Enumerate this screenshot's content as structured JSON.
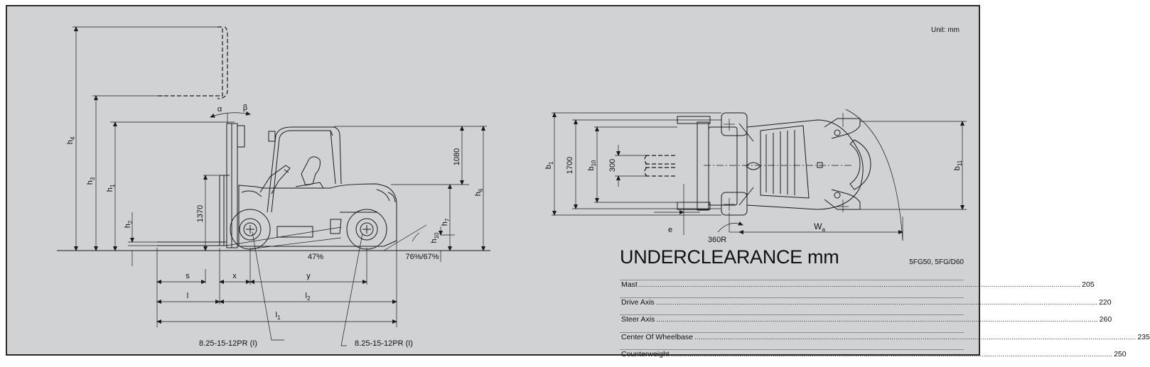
{
  "unit_label": "Unit: mm",
  "side_view": {
    "labels": {
      "h4": "h",
      "h4_sub": "4",
      "h3": "h",
      "h3_sub": "3",
      "h1": "h",
      "h1_sub": "1",
      "h2": "h",
      "h2_sub": "2",
      "h6": "h",
      "h6_sub": "6",
      "h7": "h",
      "h7_sub": "7",
      "h10": "h",
      "h10_sub": "10",
      "alpha": "α",
      "beta": "β",
      "s": "s",
      "x": "x",
      "y": "y",
      "l": "l",
      "l2": "l",
      "l2_sub": "2",
      "l1": "l",
      "l1_sub": "1"
    },
    "values": {
      "dim_1370": "1370",
      "dim_1080": "1080",
      "angle_front": "47%",
      "angle_rear": "76%/67%"
    },
    "tire_front": "8.25-15-12PR (I)",
    "tire_rear": "8.25-15-12PR (I)"
  },
  "top_view": {
    "labels": {
      "b1": "b",
      "b1_sub": "1",
      "b10": "b",
      "b10_sub": "10",
      "b11": "b",
      "b11_sub": "11",
      "e": "e",
      "wa": "W",
      "wa_sub": "a"
    },
    "values": {
      "dim_1700": "1700",
      "dim_300": "300",
      "turn_radius": "360R"
    }
  },
  "underclearance": {
    "title": "UNDERCLEARANCE mm",
    "model": "5FG50, 5FG/D60",
    "rows": [
      {
        "label": "Mast",
        "value": "205"
      },
      {
        "label": "Drive Axis",
        "value": "220"
      },
      {
        "label": "Steer Axis",
        "value": "260"
      },
      {
        "label": "Center Of Wheelbase",
        "value": "235"
      },
      {
        "label": "Counterweight",
        "value": "250"
      }
    ]
  }
}
